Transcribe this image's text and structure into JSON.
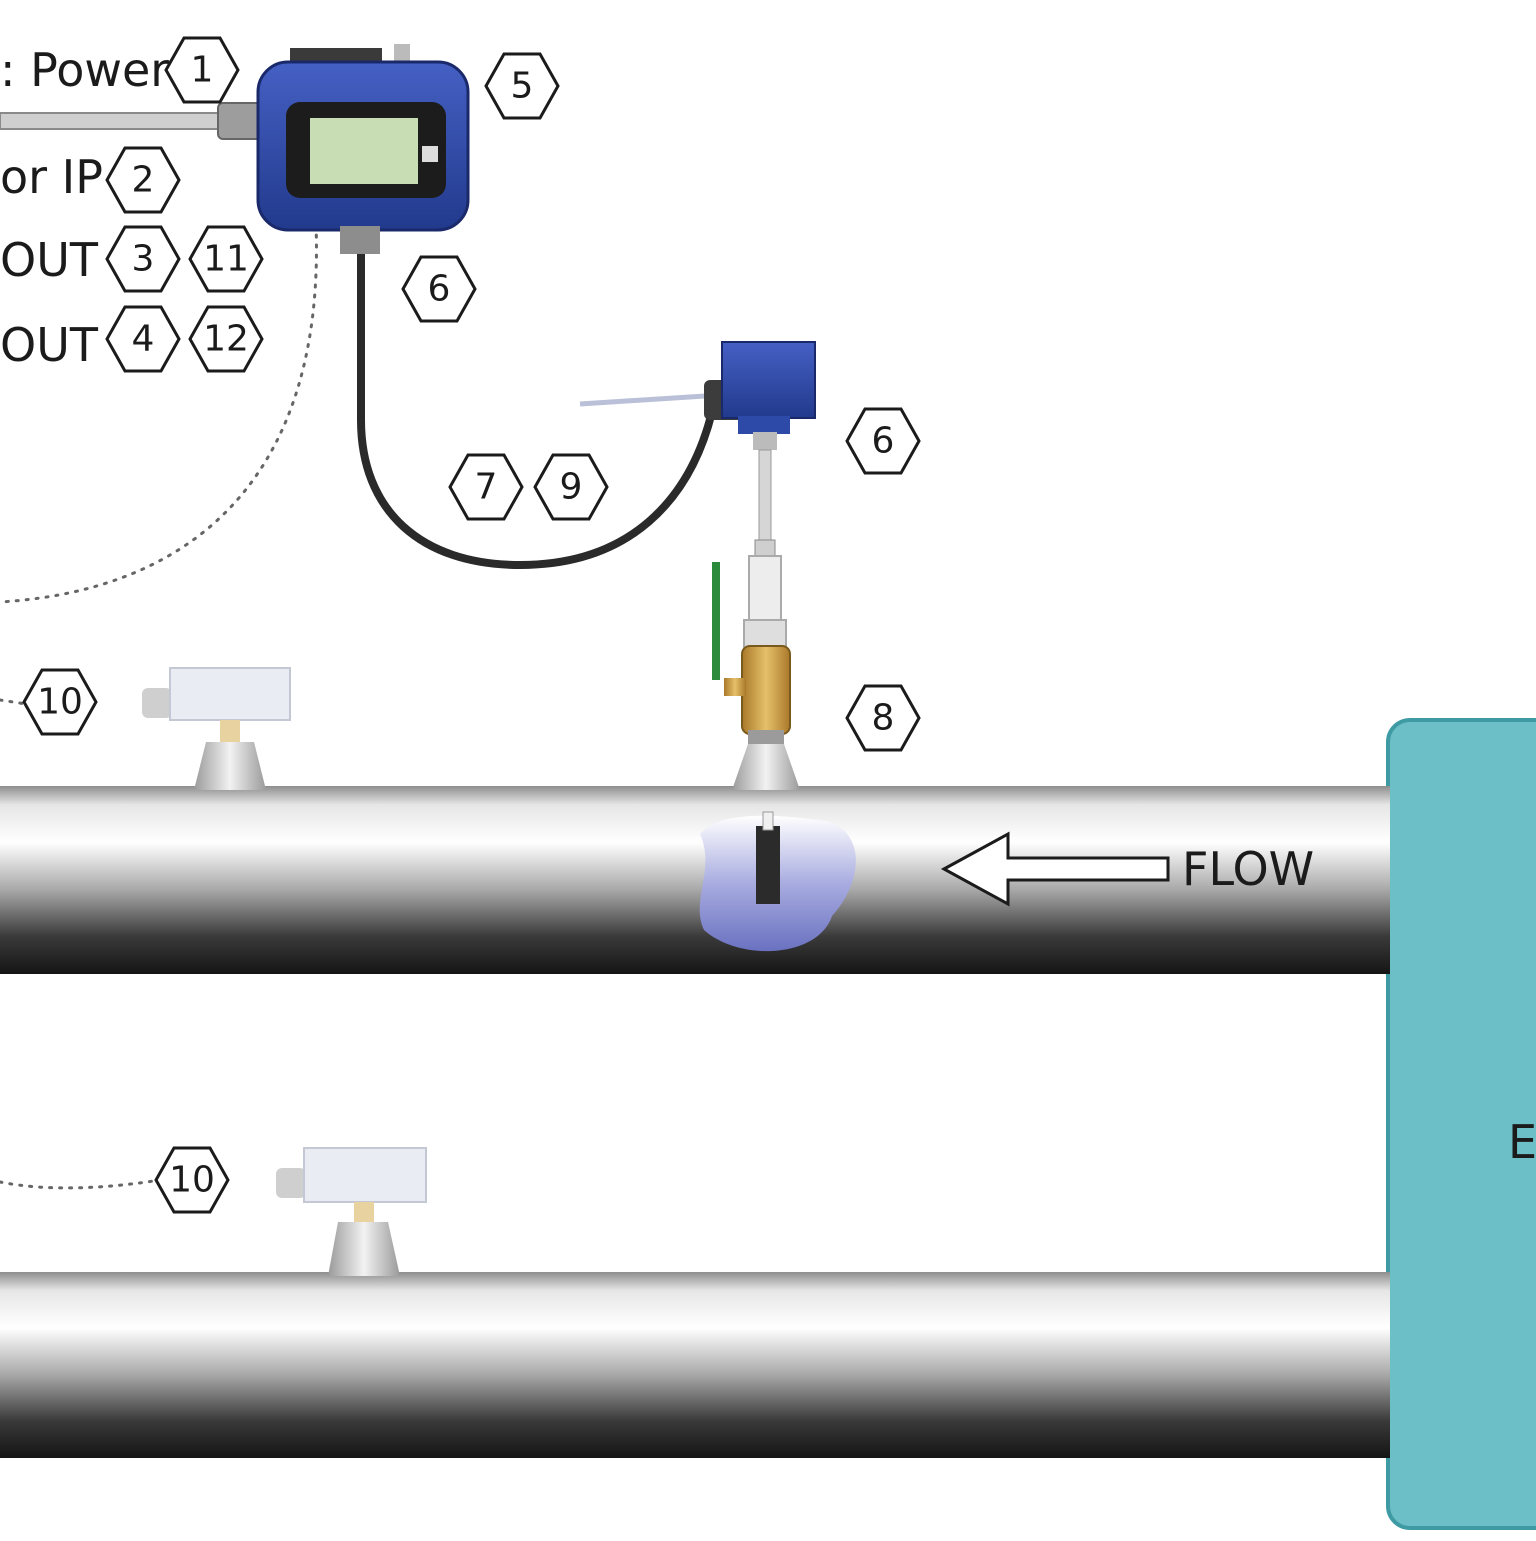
{
  "labels": {
    "power": ": Power",
    "ip": "or IP",
    "out_a": "OUT",
    "out_b": "OUT",
    "flow": "FLOW",
    "box": "E"
  },
  "callouts": {
    "c1": "1",
    "c2": "2",
    "c3": "3",
    "c11": "11",
    "c4": "4",
    "c12": "12",
    "c5": "5",
    "c6a": "6",
    "c6b": "6",
    "c7": "7",
    "c9": "9",
    "c8": "8",
    "c10a": "10",
    "c10b": "10"
  },
  "colors": {
    "device_blue": "#2e4aa8",
    "display_green": "#c9ddb4",
    "box_teal": "#6cbfc6",
    "valve_brass": "#c99a3a",
    "handle_green": "#2c8a3c",
    "liquid_purple": "#7d84c9"
  }
}
